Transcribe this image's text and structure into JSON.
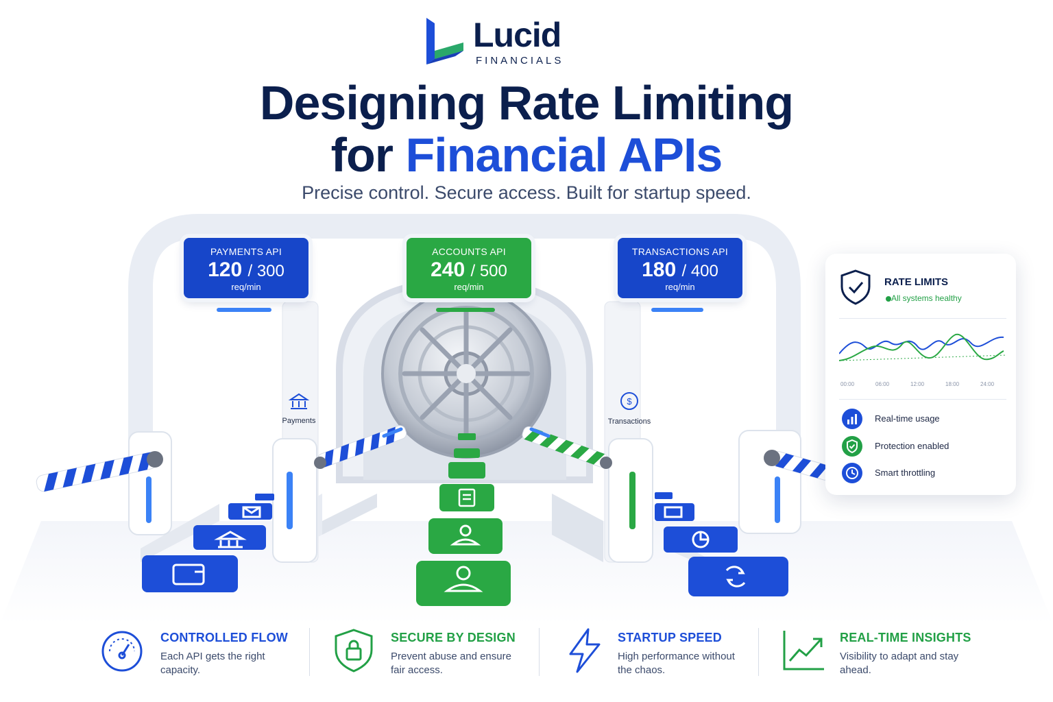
{
  "brand": {
    "name": "Lucid",
    "tagline": "FINANCIALS"
  },
  "title": {
    "line1": "Designing Rate Limiting",
    "line2_prefix": "for",
    "line2_highlight": "Financial APIs"
  },
  "subtitle": "Precise control. Secure access. Built for startup speed.",
  "apis": [
    {
      "name": "PAYMENTS API",
      "current": "120",
      "limit": "/ 300",
      "unit": "req/min",
      "color": "#1746c9"
    },
    {
      "name": "ACCOUNTS API",
      "current": "240",
      "limit": "/ 500",
      "unit": "req/min",
      "color": "#2aa844"
    },
    {
      "name": "TRANSACTIONS API",
      "current": "180",
      "limit": "/ 400",
      "unit": "req/min",
      "color": "#1746c9"
    }
  ],
  "side_labels": {
    "left": "Payments",
    "right": "Transactions"
  },
  "card": {
    "title": "RATE LIMITS",
    "status": "All systems healthy",
    "chart_ticks": [
      "00:00",
      "06:00",
      "12:00",
      "18:00",
      "24:00"
    ],
    "features": [
      {
        "label": "Real-time usage",
        "icon": "bar-chart-icon"
      },
      {
        "label": "Protection enabled",
        "icon": "shield-check-icon"
      },
      {
        "label": "Smart throttling",
        "icon": "clock-icon"
      }
    ]
  },
  "footer": [
    {
      "heading": "CONTROLLED FLOW",
      "text": "Each API gets the right capacity.",
      "color": "#1d4ed8",
      "icon": "gauge-icon"
    },
    {
      "heading": "SECURE BY DESIGN",
      "text": "Prevent abuse and ensure fair access.",
      "color": "#22a046",
      "icon": "shield-lock-icon"
    },
    {
      "heading": "STARTUP SPEED",
      "text": "High performance without the chaos.",
      "color": "#1d4ed8",
      "icon": "lightning-icon"
    },
    {
      "heading": "REAL-TIME INSIGHTS",
      "text": "Visibility to adapt and stay ahead.",
      "color": "#22a046",
      "icon": "trend-up-icon"
    }
  ],
  "colors": {
    "navy": "#0b1f4d",
    "blue": "#1d4ed8",
    "green": "#22a046"
  }
}
